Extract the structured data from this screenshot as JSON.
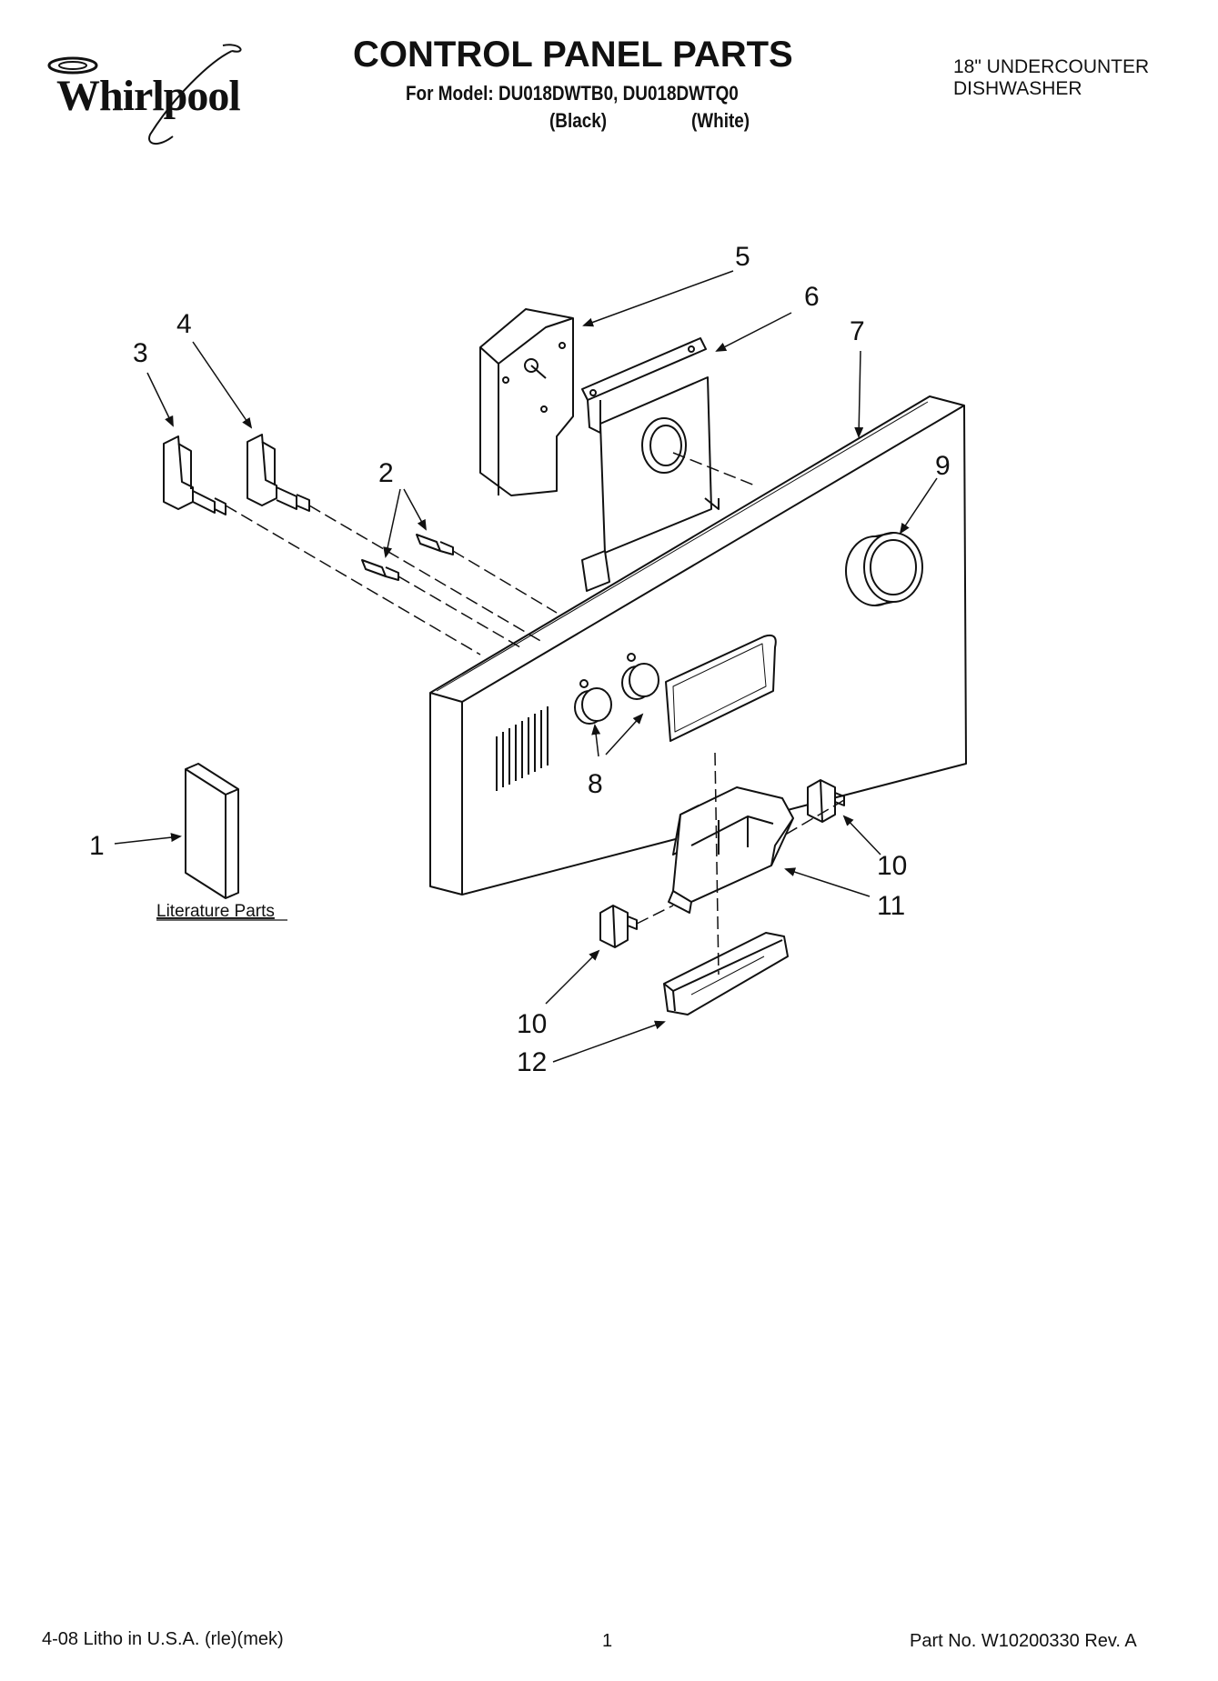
{
  "header": {
    "brand": "Whirlpool",
    "title": "CONTROL PANEL PARTS",
    "model_line": "For Model: DU018DWTB0, DU018DWTQ0",
    "variants": [
      "(Black)",
      "(White)"
    ],
    "product_line_1": "18\" UNDERCOUNTER",
    "product_line_2": "DISHWASHER"
  },
  "diagram": {
    "callouts": [
      "1",
      "2",
      "3",
      "4",
      "5",
      "6",
      "7",
      "8",
      "9",
      "10",
      "10",
      "11",
      "12"
    ],
    "literature_label": "Literature Parts"
  },
  "footer": {
    "litho": "4-08 Litho in U.S.A. (rle)(mek)",
    "page": "1",
    "part_no": "Part No. W10200330 Rev. A"
  }
}
